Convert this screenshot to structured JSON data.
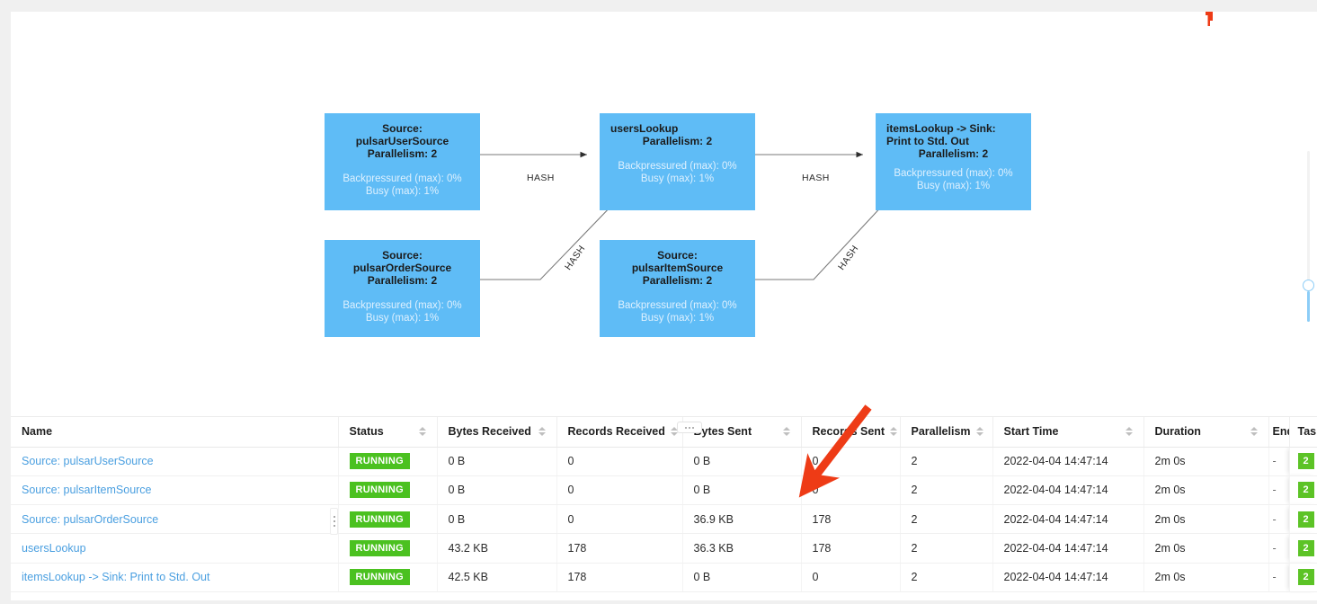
{
  "graph": {
    "nodes": [
      {
        "id": "pulsarUserSource",
        "title": "Source: pulsarUserSource",
        "parallelism": "Parallelism: 2",
        "backpressured": "Backpressured (max): 0%",
        "busy": "Busy (max): 1%"
      },
      {
        "id": "usersLookup",
        "title": "usersLookup",
        "parallelism": "Parallelism: 2",
        "backpressured": "Backpressured (max): 0%",
        "busy": "Busy (max): 1%"
      },
      {
        "id": "itemsLookupSink",
        "title": "itemsLookup -> Sink: Print to Std. Out",
        "parallelism": "Parallelism: 2",
        "backpressured": "Backpressured (max): 0%",
        "busy": "Busy (max): 1%"
      },
      {
        "id": "pulsarOrderSource",
        "title": "Source: pulsarOrderSource",
        "parallelism": "Parallelism: 2",
        "backpressured": "Backpressured (max): 0%",
        "busy": "Busy (max): 1%"
      },
      {
        "id": "pulsarItemSource",
        "title": "Source: pulsarItemSource",
        "parallelism": "Parallelism: 2",
        "backpressured": "Backpressured (max): 0%",
        "busy": "Busy (max): 1%"
      }
    ],
    "edges": [
      {
        "id": "e1",
        "label": "HASH"
      },
      {
        "id": "e2",
        "label": "HASH"
      },
      {
        "id": "e3",
        "label": "HASH"
      },
      {
        "id": "e4",
        "label": "HASH"
      }
    ],
    "node_color": "#5fbcf6",
    "zoom_slider": {
      "name": "zoom-slider"
    }
  },
  "table": {
    "columns": [
      {
        "key": "name",
        "label": "Name",
        "sortable": false
      },
      {
        "key": "status",
        "label": "Status",
        "sortable": true
      },
      {
        "key": "bytes_received",
        "label": "Bytes Received",
        "sortable": true
      },
      {
        "key": "records_received",
        "label": "Records Received",
        "sortable": true
      },
      {
        "key": "bytes_sent",
        "label": "Bytes Sent",
        "sortable": true
      },
      {
        "key": "records_sent",
        "label": "Records Sent",
        "sortable": true
      },
      {
        "key": "parallelism",
        "label": "Parallelism",
        "sortable": true
      },
      {
        "key": "start_time",
        "label": "Start Time",
        "sortable": true
      },
      {
        "key": "duration",
        "label": "Duration",
        "sortable": true
      },
      {
        "key": "end_time",
        "label": "End",
        "sortable": false
      },
      {
        "key": "tasks",
        "label": "Tasks",
        "sortable": false
      }
    ],
    "rows": [
      {
        "name": "Source: pulsarUserSource",
        "status": "RUNNING",
        "bytes_received": "0 B",
        "records_received": "0",
        "bytes_sent": "0 B",
        "records_sent": "0",
        "parallelism": "2",
        "start_time": "2022-04-04 14:47:14",
        "duration": "2m 0s",
        "end_time": "-",
        "tasks": "2"
      },
      {
        "name": "Source: pulsarItemSource",
        "status": "RUNNING",
        "bytes_received": "0 B",
        "records_received": "0",
        "bytes_sent": "0 B",
        "records_sent": "0",
        "parallelism": "2",
        "start_time": "2022-04-04 14:47:14",
        "duration": "2m 0s",
        "end_time": "-",
        "tasks": "2"
      },
      {
        "name": "Source: pulsarOrderSource",
        "status": "RUNNING",
        "bytes_received": "0 B",
        "records_received": "0",
        "bytes_sent": "36.9 KB",
        "records_sent": "178",
        "parallelism": "2",
        "start_time": "2022-04-04 14:47:14",
        "duration": "2m 0s",
        "end_time": "-",
        "tasks": "2"
      },
      {
        "name": "usersLookup",
        "status": "RUNNING",
        "bytes_received": "43.2 KB",
        "records_received": "178",
        "bytes_sent": "36.3 KB",
        "records_sent": "178",
        "parallelism": "2",
        "start_time": "2022-04-04 14:47:14",
        "duration": "2m 0s",
        "end_time": "-",
        "tasks": "2"
      },
      {
        "name": "itemsLookup -> Sink: Print to Std. Out",
        "status": "RUNNING",
        "bytes_received": "42.5 KB",
        "records_received": "178",
        "bytes_sent": "0 B",
        "records_sent": "0",
        "parallelism": "2",
        "start_time": "2022-04-04 14:47:14",
        "duration": "2m 0s",
        "end_time": "-",
        "tasks": "2"
      }
    ],
    "colors": {
      "status_badge": "#4bc120",
      "tasks_badge": "#5cc326",
      "link": "#4a9fe0"
    }
  },
  "annotation": {
    "arrow_color": "#ee3b16",
    "name": "records-sent-pointer"
  }
}
